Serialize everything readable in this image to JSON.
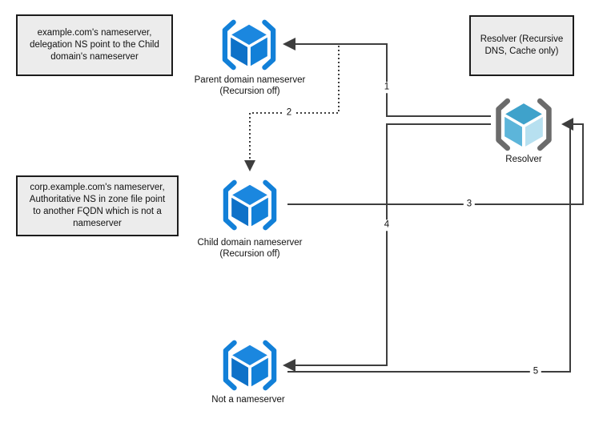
{
  "annotations": [
    {
      "id": "parent-note",
      "text": "example.com's nameserver,\ndelegation NS point to the Child\ndomain's nameserver"
    },
    {
      "id": "child-note",
      "text": "corp.example.com's nameserver,\nAuthoritative NS in zone file point\nto another FQDN which is not a\nnameserver"
    },
    {
      "id": "resolver-note",
      "text": "Resolver (Recursive\nDNS, Cache only)"
    }
  ],
  "nodes": [
    {
      "id": "parent-nameserver",
      "label": "Parent domain nameserver\n(Recursion off)",
      "icon": "cube-in-brackets-icon"
    },
    {
      "id": "child-nameserver",
      "label": "Child domain nameserver\n(Recursion off)",
      "icon": "cube-in-brackets-icon"
    },
    {
      "id": "not-a-nameserver",
      "label": "Not a nameserver",
      "icon": "cube-in-brackets-icon"
    },
    {
      "id": "resolver",
      "label": "Resolver",
      "icon": "cube-in-brackets-icon"
    }
  ],
  "edges": [
    {
      "number": "1",
      "from": "resolver",
      "to": "parent-nameserver",
      "style": "solid"
    },
    {
      "number": "2",
      "from": "parent-nameserver",
      "to": "child-nameserver",
      "style": "dotted"
    },
    {
      "number": "3",
      "from": "child-nameserver",
      "to": "resolver",
      "style": "solid"
    },
    {
      "number": "4",
      "from": "resolver",
      "to": "not-a-nameserver",
      "style": "solid"
    },
    {
      "number": "5",
      "from": "not-a-nameserver",
      "to": "resolver",
      "style": "solid"
    }
  ],
  "colors": {
    "node_blue": "#1280d8",
    "resolver_cube_top": "#3fa2cb",
    "resolver_cube_left": "#5cb5da",
    "resolver_cube_right": "#b7e0f0",
    "bracket_gray": "#6b6b6b",
    "wire": "#3e3e3e",
    "note_fill": "#ececec",
    "note_border": "#1c1c1c"
  }
}
